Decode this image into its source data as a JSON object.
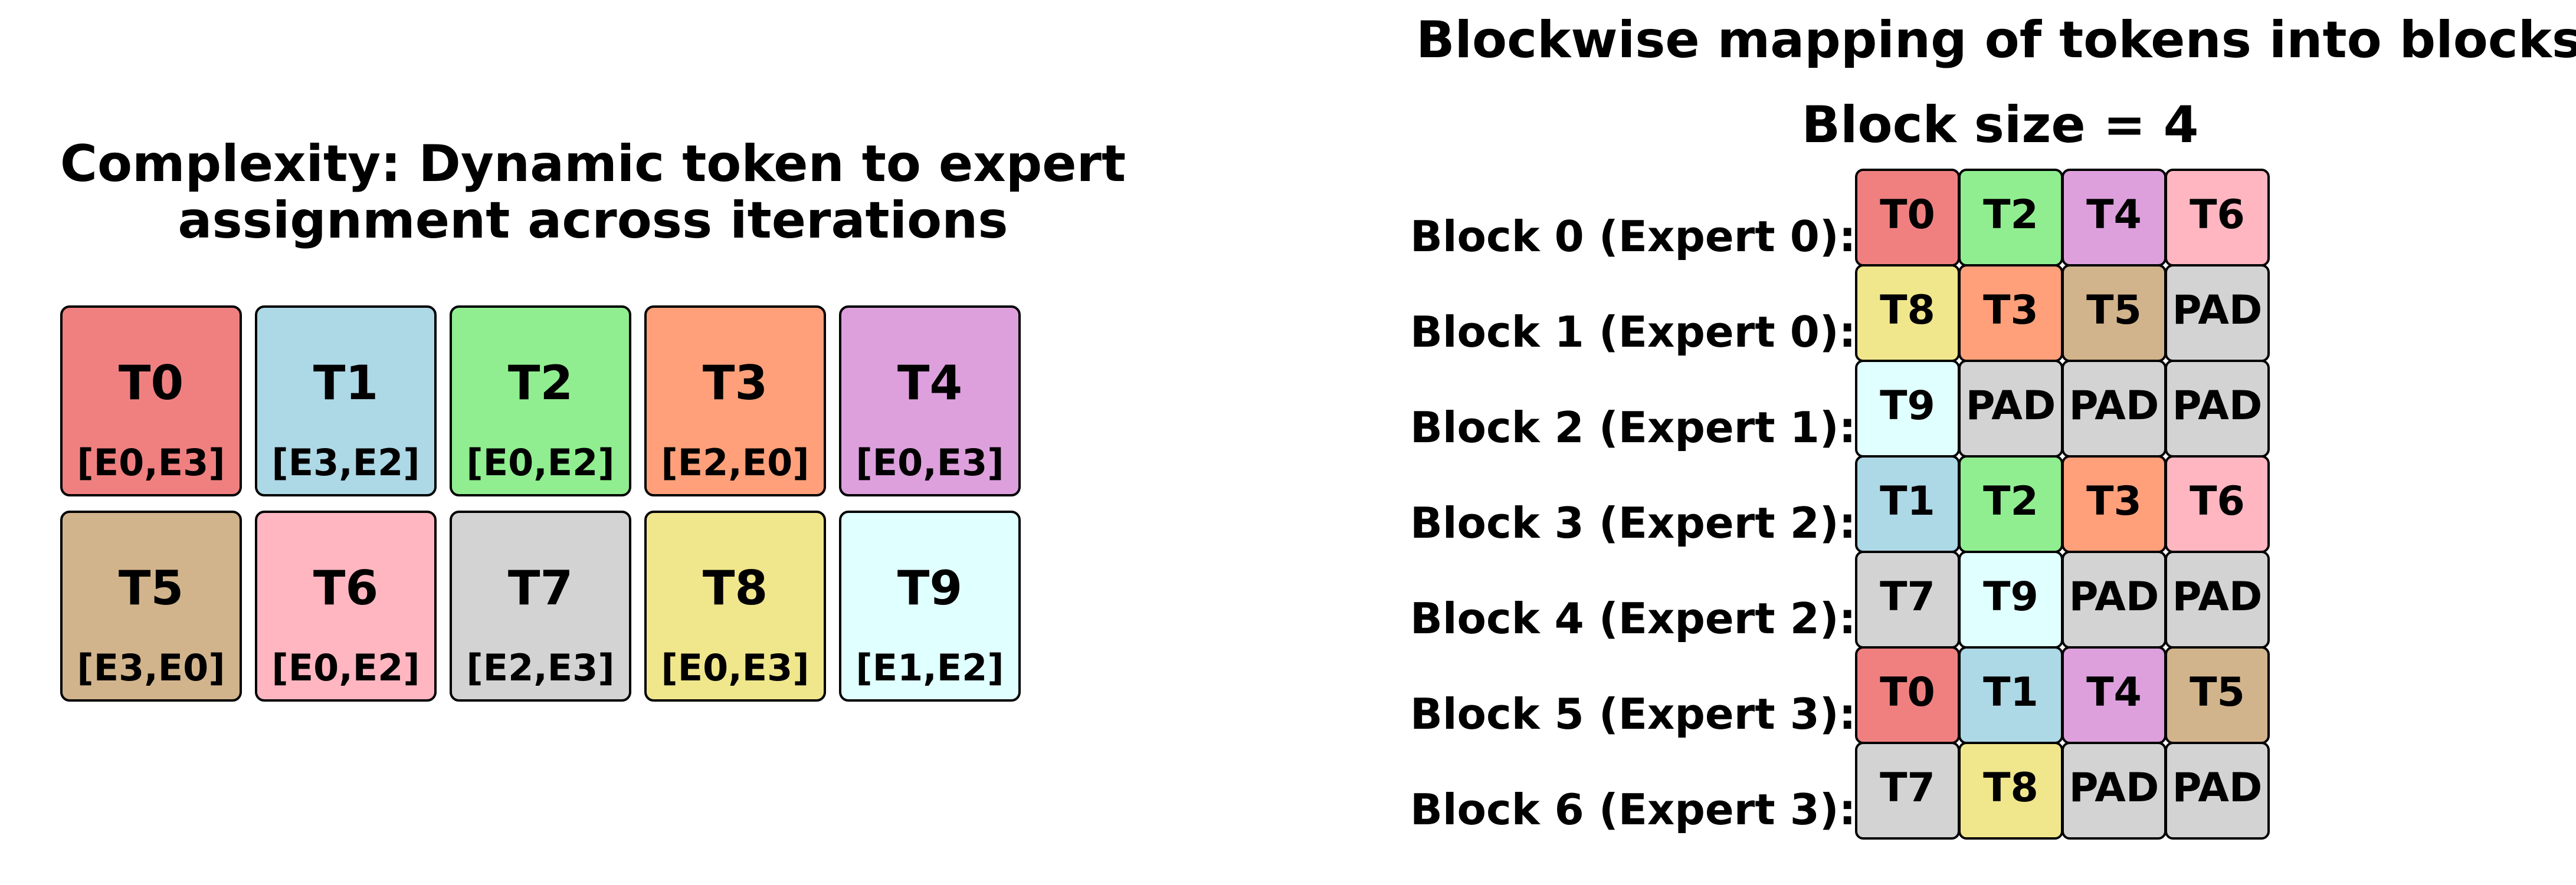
{
  "left_panel": {
    "title_line1": "Complexity: Dynamic token to expert",
    "title_line2": "assignment across iterations",
    "tokens": [
      {
        "name": "T0",
        "experts": "[E0,E3]",
        "color": "#f08080"
      },
      {
        "name": "T1",
        "experts": "[E3,E2]",
        "color": "#add8e6"
      },
      {
        "name": "T2",
        "experts": "[E0,E2]",
        "color": "#90ee90"
      },
      {
        "name": "T3",
        "experts": "[E2,E0]",
        "color": "#ffa07a"
      },
      {
        "name": "T4",
        "experts": "[E0,E3]",
        "color": "#dda0dd"
      },
      {
        "name": "T5",
        "experts": "[E3,E0]",
        "color": "#d2b48c"
      },
      {
        "name": "T6",
        "experts": "[E0,E2]",
        "color": "#ffb6c1"
      },
      {
        "name": "T7",
        "experts": "[E2,E3]",
        "color": "#d3d3d3"
      },
      {
        "name": "T8",
        "experts": "[E0,E3]",
        "color": "#f0e68c"
      },
      {
        "name": "T9",
        "experts": "[E1,E2]",
        "color": "#e0ffff"
      }
    ]
  },
  "right_panel": {
    "title": "Blockwise mapping of tokens into blocks",
    "subtitle": "Block size = 4",
    "blocks": [
      {
        "label": "Block 0 (Expert 0):",
        "cells": [
          "T0",
          "T2",
          "T4",
          "T6"
        ]
      },
      {
        "label": "Block 1 (Expert 0):",
        "cells": [
          "T8",
          "T3",
          "T5",
          "PAD"
        ]
      },
      {
        "label": "Block 2 (Expert 1):",
        "cells": [
          "T9",
          "PAD",
          "PAD",
          "PAD"
        ]
      },
      {
        "label": "Block 3 (Expert 2):",
        "cells": [
          "T1",
          "T2",
          "T3",
          "T6"
        ]
      },
      {
        "label": "Block 4 (Expert 2):",
        "cells": [
          "T7",
          "T9",
          "PAD",
          "PAD"
        ]
      },
      {
        "label": "Block 5 (Expert 3):",
        "cells": [
          "T0",
          "T1",
          "T4",
          "T5"
        ]
      },
      {
        "label": "Block 6 (Expert 3):",
        "cells": [
          "T7",
          "T8",
          "PAD",
          "PAD"
        ]
      }
    ],
    "pad_color": "#d3d3d3"
  }
}
